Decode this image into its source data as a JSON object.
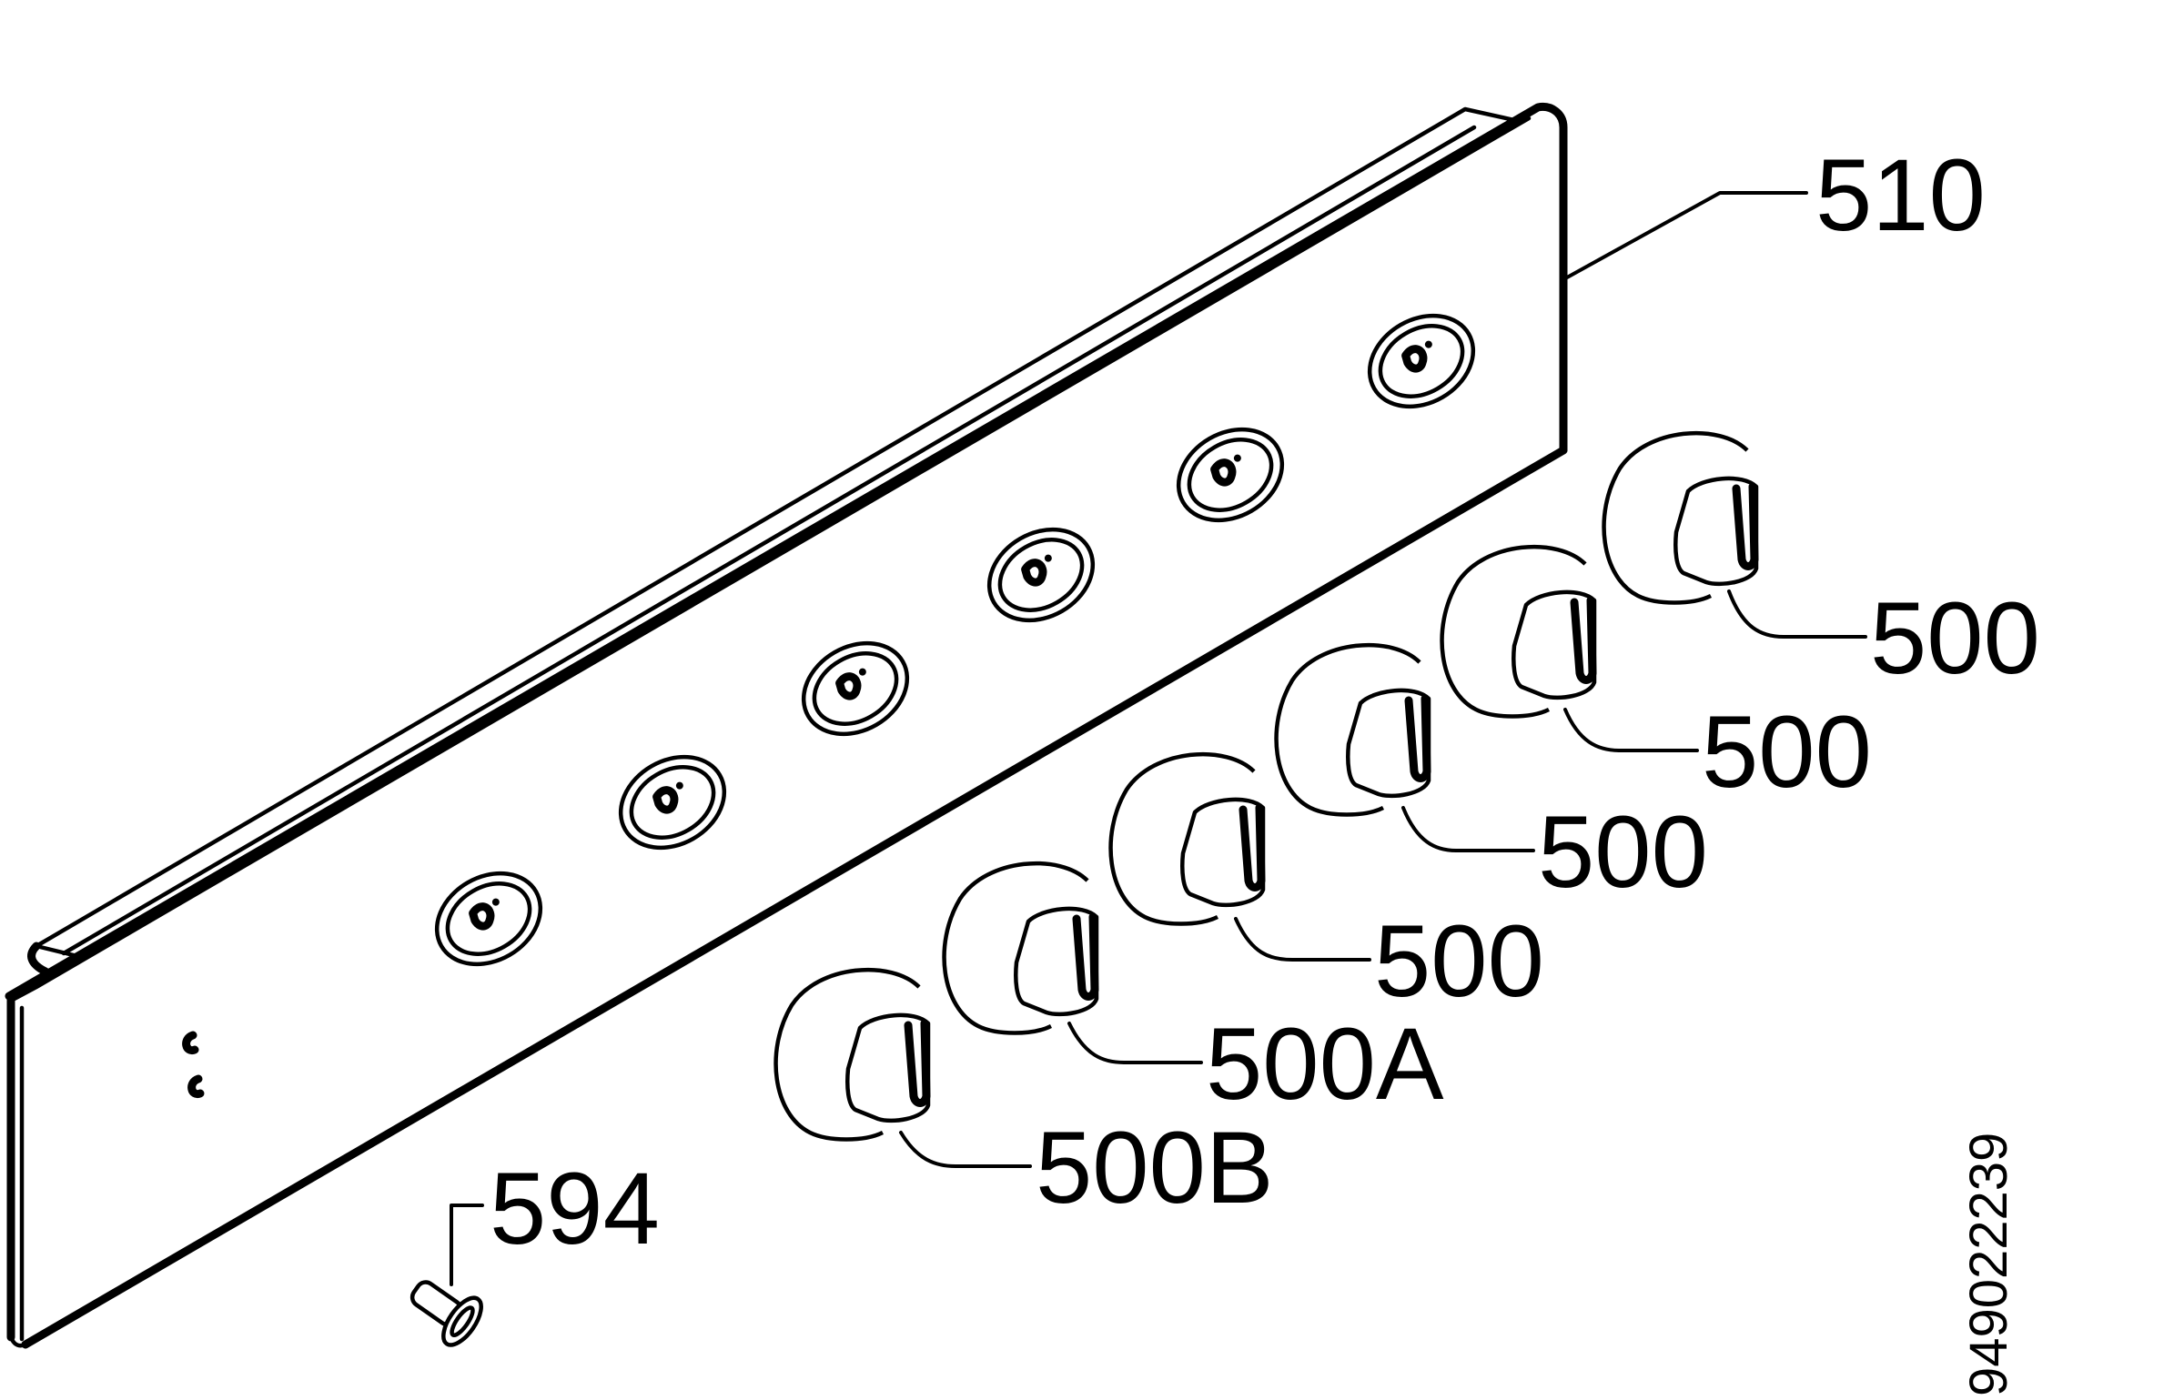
{
  "callouts": {
    "panel": "510",
    "knob_1": "500",
    "knob_2": "500",
    "knob_3": "500",
    "knob_4": "500",
    "knob_a": "500A",
    "knob_b": "500B",
    "screw": "594"
  },
  "drawing_number": "949022239",
  "colors": {
    "ink": "#000000",
    "paper": "#ffffff"
  }
}
